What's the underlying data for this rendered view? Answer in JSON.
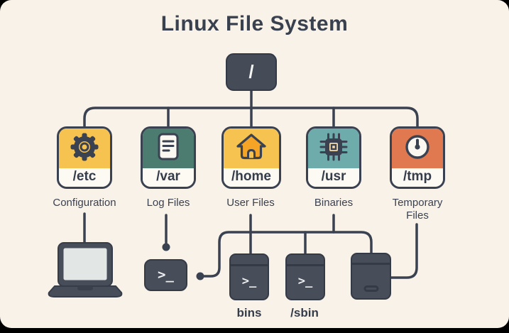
{
  "title": "Linux File System",
  "root": {
    "label": "/"
  },
  "tree": {
    "nodes": [
      {
        "path": "/etc",
        "description": "Configuration",
        "icon": "gear-icon",
        "color": "#f6c351"
      },
      {
        "path": "/var",
        "description": "Log Files",
        "icon": "document-icon",
        "color": "#4b7c6f"
      },
      {
        "path": "/home",
        "description": "User Files",
        "icon": "home-icon",
        "color": "#f6c351"
      },
      {
        "path": "/usr",
        "description": "Binaries",
        "icon": "chip-icon",
        "color": "#6eacab"
      },
      {
        "path": "/tmp",
        "description": "Temporary Files",
        "icon": "timer-icon",
        "color": "#e0794f"
      }
    ]
  },
  "devices": {
    "prompt": ">_",
    "bins_label": "bins",
    "sbin_label": "/sbin"
  },
  "colors": {
    "background": "#f9f2e9",
    "outline": "#3a4150",
    "terminal": "#474d59",
    "amber": "#f6c351",
    "teal_dark": "#4b7c6f",
    "teal_light": "#6eacab",
    "orange": "#e0794f",
    "edge": "#000000"
  }
}
